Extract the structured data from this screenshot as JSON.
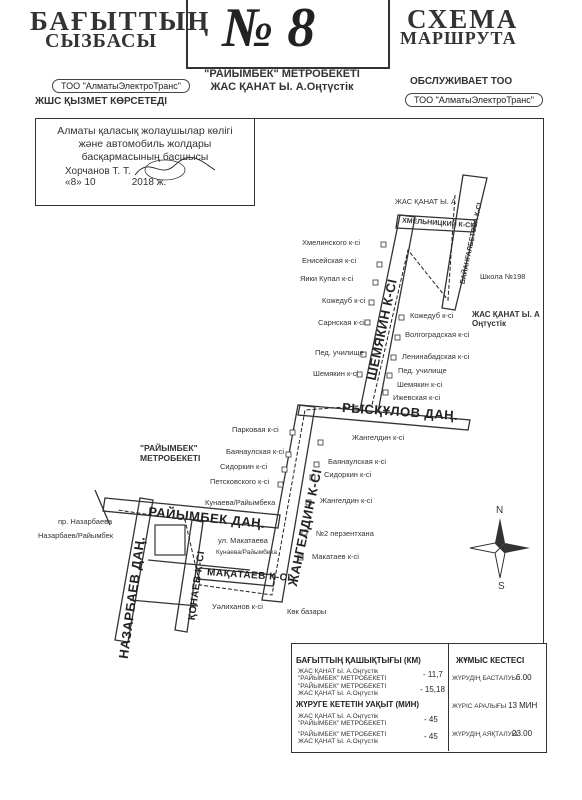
{
  "header": {
    "title_kz": "БАҒЫТТЫҢ",
    "subtitle_kz": "СЫЗБАСЫ",
    "route_number": "№ 8",
    "title_ru": "СХЕМА",
    "subtitle_ru": "МАРШРУТА",
    "route_line1": "\"РАЙЫМБЕК\" МЕТРОБЕКЕТІ",
    "route_line2": "ЖАС ҚАНАТ Ы. А.Оңтүстік",
    "operator_left": "ТОО \"АлматыЭлектроТранс\"",
    "operator_left_caption": "ЖШС ҚЫЗМЕТ КӨРСЕТЕДІ",
    "operator_right_caption": "ОБСЛУЖИВАЕТ ТОО",
    "operator_right": "ТОО \"АлматыЭлектроТранс\""
  },
  "approval": {
    "text": "Алматы қаласық жолаушылар көлігі және автомобиль жолдары басқармасының басшысы",
    "name": "Хорчанов Т. Т.",
    "date_day": "8",
    "date_month": "10",
    "date_year": "2018 ж."
  },
  "map": {
    "streets_big": {
      "ryskulov": "РЫСҚҰЛОВ ДАҢ.",
      "shemyakin": "ШЕМЯКИН К-СІ",
      "zhangeldin": "ЖАНГЕЛДИН К-СІ",
      "raiymbek": "РАЙЫМБЕК ДАҢ.",
      "nazarbaev": "НАЗАРБАЕВ ДАҢ.",
      "konaev": "ҚОНАЕВ К-СІ",
      "makataev": "МАҚАТАЕВ К-СІ",
      "khmelnitsky": "ХМЕЛЬНИЦКИЙ К-СІ",
      "baiangalbetova": "БАЙАНГАЛБЕТОВА К-СІ"
    },
    "terminus_top": "ЖАС ҚАНАТ Ы. А",
    "terminus_bottom": "ЖАС ҚАНАТ Ы. А Оңтүстік",
    "school": "Школа №198",
    "metro_label": "\"РАЙЫМБЕК\" МЕТРОБЕКЕТІ",
    "stops_left_upper": [
      "Хмелинского к-сі",
      "Енисейская к-сі",
      "Яики Купал к-сі",
      "Кожедуб к-сі",
      "Сарнская к-сі",
      "Пед. училище",
      "Шемякин к-сі"
    ],
    "stops_right_upper": [
      "Кожедуб к-сі",
      "Волгоградская к-сі",
      "Ленинабадская к-сі",
      "Пед. училище",
      "Шемякин к-сі",
      "Ижевская к-сі"
    ],
    "stops_left_lower": [
      "Парковая к-сі",
      "Баянаулская к-сі",
      "Сидоркин к-сі",
      "Петсковского к-сі"
    ],
    "stops_right_lower": [
      "Жангелдин к-сі",
      "Баянаулская к-сі",
      "Сидоркин к-сі",
      "Жангелдин к-сі",
      "№2 перзентхана",
      "Макатаев к-сі"
    ],
    "stop_kunaev_raiymbek": "Кунаева/Райымбека",
    "stop_pr_nazarbaeva": "пр. Назарбаева",
    "stop_nazarbaev_raiymbek": "Назарбаев/Райымбек",
    "stop_ul_makataeva": "ул. Макатаева",
    "stop_kunaev_raiymbek2": "Кунаева/Райымбека",
    "stop_ualikhanov": "Уәлиханов к-сі",
    "stop_kok_bazary": "Көк базары",
    "compass_n": "N",
    "compass_s": "S"
  },
  "info": {
    "distance_header": "БАҒЫТТЫҢ ҚАШЫҚТЫҒЫ (КМ)",
    "dist1_from": "ЖАС ҚАНАТ Ы. А.Оңтүстік",
    "dist1_to": "\"РАЙЫМБЕК\" МЕТРОБЕКЕТІ",
    "dist1_value": "11,7",
    "dist2_from": "\"РАЙЫМБЕК\" МЕТРОБЕКЕТІ",
    "dist2_to": "ЖАС ҚАНАТ Ы. А.Оңтүстік",
    "dist2_value": "15,18",
    "time_header": "ЖҮРУГЕ КЕТЕТІН УАҚЫТ (МИН)",
    "time1_from": "ЖАС ҚАНАТ Ы. А.Оңтүстік",
    "time1_to": "\"РАЙЫМБЕК\" МЕТРОБЕКЕТІ",
    "time1_value": "45",
    "time2_from": "\"РАЙЫМБЕК\" МЕТРОБЕКЕТІ",
    "time2_to": "ЖАС ҚАНАТ Ы. А.Оңтүстік",
    "time2_value": "45",
    "schedule_header": "ЖҰМЫС КЕСТЕСІ",
    "start_label": "ЖҮРУДІҢ БАСТАЛУЫ",
    "start_value": "6.00",
    "interval_label": "ЖҮРІС АРАЛЫҒЫ",
    "interval_value": "13 МИН",
    "end_label": "ЖҮРУДІҢ АЯҚТАЛУЫ",
    "end_value": "23.00"
  }
}
